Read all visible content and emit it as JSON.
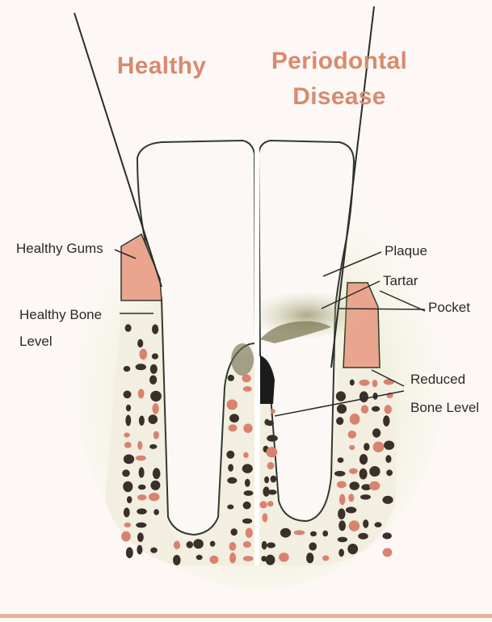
{
  "titles": {
    "healthy": "Healthy",
    "disease_line1": "Periodontal",
    "disease_line2": "Disease"
  },
  "labels": {
    "healthy_gums": "Healthy Gums",
    "healthy_bone_line1": "Healthy Bone",
    "healthy_bone_line2": "Level",
    "plaque": "Plaque",
    "tartar": "Tartar",
    "pocket": "Pocket",
    "reduced_bone_line1": "Reduced",
    "reduced_bone_line2": "Bone Level"
  },
  "colors": {
    "title": "#d98a6e",
    "gum": "#eaa58f",
    "bone_spot": "#3b3029",
    "bone_red": "#d9826f",
    "tooth": "#fbf8f6",
    "outline": "#2f3a30",
    "background_tint": "#e7ebc7"
  }
}
